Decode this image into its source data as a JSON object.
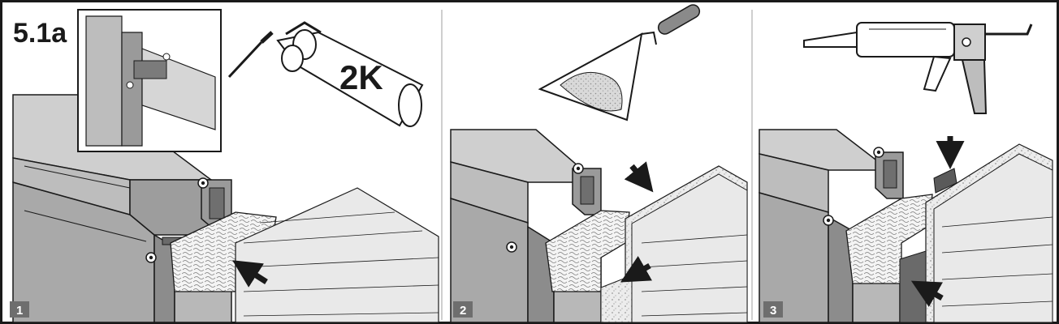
{
  "figure": {
    "title": "5.1a"
  },
  "colors": {
    "ink": "#1a1a1a",
    "frame_dark": "#8c8c8c",
    "frame_mid": "#a9a9a9",
    "frame_light": "#cfcfcf",
    "tile": "#e9e9e9",
    "speckle": "#dcdcdc",
    "badge": "#6e6e6e"
  },
  "panels": [
    {
      "step": "1",
      "tool": "two-component-adhesive-cartridge-icon",
      "tool_label": "2K"
    },
    {
      "step": "2",
      "tool": "trowel-with-mortar-icon"
    },
    {
      "step": "3",
      "tool": "caulking-gun-icon"
    }
  ]
}
